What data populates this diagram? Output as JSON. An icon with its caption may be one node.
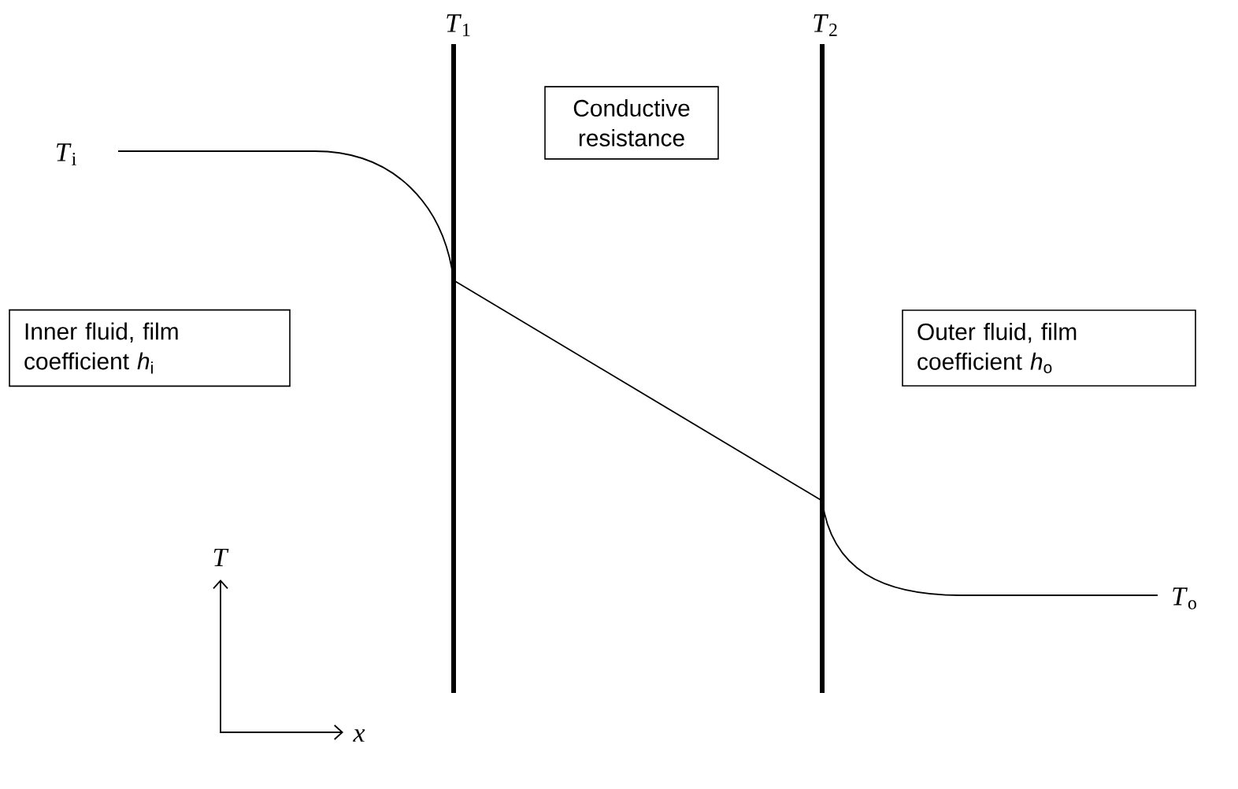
{
  "diagram": {
    "nodes": [
      {
        "text": [
          "Conductive resistance"
        ]
      },
      {
        "text": [
          "Inner fluid, film coefficient *h*$_{i}$"
        ]
      },
      {
        "text": [
          "Outer fluid, film coefficient *h*$_{o}$"
        ]
      }
    ],
    "labels": [
      "*T*$_{1}$",
      "*T*$_{2}$",
      "*T*$_{i}$",
      "*T*$_{o}$",
      "*T*",
      "*x*"
    ]
  }
}
